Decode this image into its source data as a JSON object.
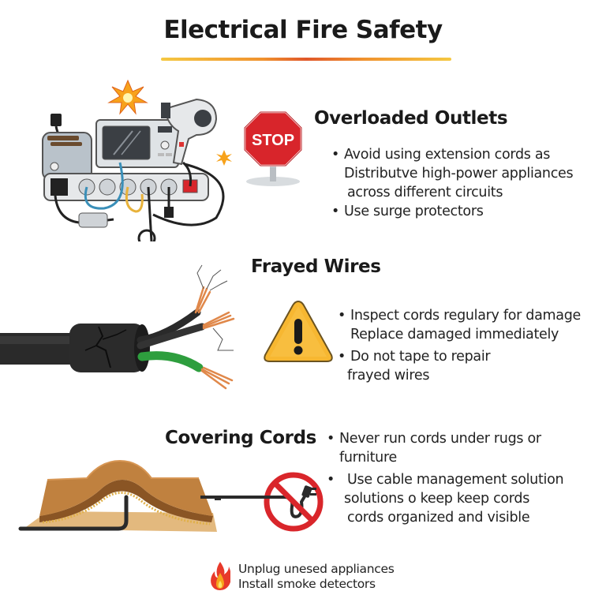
{
  "header": {
    "title": "Electrical Fire Safety",
    "underline_colors": [
      "#f5c842",
      "#e0582a",
      "#f5c842"
    ]
  },
  "sections": [
    {
      "id": "overloaded-outlets",
      "heading": "Overloaded Outlets",
      "icon": "stop-sign-icon",
      "illustration": "overloaded-power-strip-illustration",
      "sign_text": "STOP",
      "lines": [
        {
          "text": "Avoid using extension cords as",
          "bullet": true
        },
        {
          "text": "Distributve high-power appliances",
          "bullet": false
        },
        {
          "text": "across different circuits",
          "bullet": false
        },
        {
          "text": "Use surge protectors",
          "bullet": true
        }
      ]
    },
    {
      "id": "frayed-wires",
      "heading": "Frayed Wires",
      "icon": "warning-triangle-icon",
      "illustration": "frayed-cable-illustration",
      "lines": [
        {
          "text": "Inspect cords regulary for damage",
          "bullet": true
        },
        {
          "text": "Replace damaged immediately",
          "bullet": false
        },
        {
          "text": "Do not tape to repair",
          "bullet": true
        },
        {
          "text": "frayed wires",
          "bullet": false
        }
      ]
    },
    {
      "id": "covering-cords",
      "heading": "Covering Cords",
      "icon": "no-plug-icon",
      "illustration": "cord-under-rug-illustration",
      "lines": [
        {
          "text": "Never run cords under rugs or",
          "bullet": true
        },
        {
          "text": "furniture",
          "bullet": false
        },
        {
          "text": "Use cable management solution",
          "bullet": true
        },
        {
          "text": "solutions o keep keep cords",
          "bullet": false
        },
        {
          "text": "cords organized and visible",
          "bullet": false
        }
      ]
    }
  ],
  "footer": {
    "icon": "fire-icon",
    "lines": [
      "Unplug unesed appliances",
      "Install smoke detectors"
    ]
  },
  "colors": {
    "stop_red": "#d8252b",
    "warning_yellow": "#f7b731",
    "prohibition_red": "#d9262b",
    "wire_green": "#2e9e3e",
    "copper": "#e0884a",
    "rug_brown": "#b8773d"
  }
}
